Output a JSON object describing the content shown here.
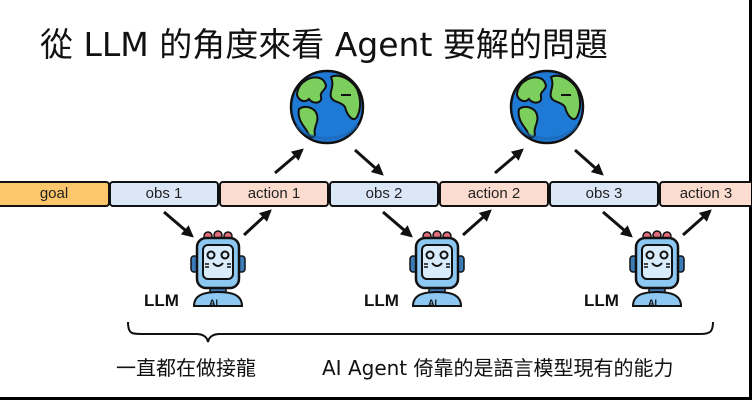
{
  "title": "從 LLM 的角度來看 Agent 要解的問題",
  "timeline": {
    "steps": [
      {
        "label": "goal",
        "kind": "goal"
      },
      {
        "label": "obs 1",
        "kind": "obs"
      },
      {
        "label": "action 1",
        "kind": "action"
      },
      {
        "label": "obs 2",
        "kind": "obs"
      },
      {
        "label": "action 2",
        "kind": "action"
      },
      {
        "label": "obs 3",
        "kind": "obs"
      },
      {
        "label": "action 3",
        "kind": "action"
      }
    ]
  },
  "agents": [
    {
      "label": "LLM",
      "badge": "AI"
    },
    {
      "label": "LLM",
      "badge": "AI"
    },
    {
      "label": "LLM",
      "badge": "AI"
    }
  ],
  "environment": [
    {
      "icon": "globe-icon"
    },
    {
      "icon": "globe-icon"
    }
  ],
  "captions": {
    "left": "一直都在做接龍",
    "right": "AI Agent 倚靠的是語言模型現有的能力"
  },
  "colors": {
    "goal": "#fcc76a",
    "obs": "#dbe6f7",
    "action": "#fcdccf",
    "globe_ocean": "#1f7ad6",
    "globe_land": "#7ccf5c",
    "robot_body": "#8cc8f2",
    "robot_accent": "#e06b7b"
  }
}
